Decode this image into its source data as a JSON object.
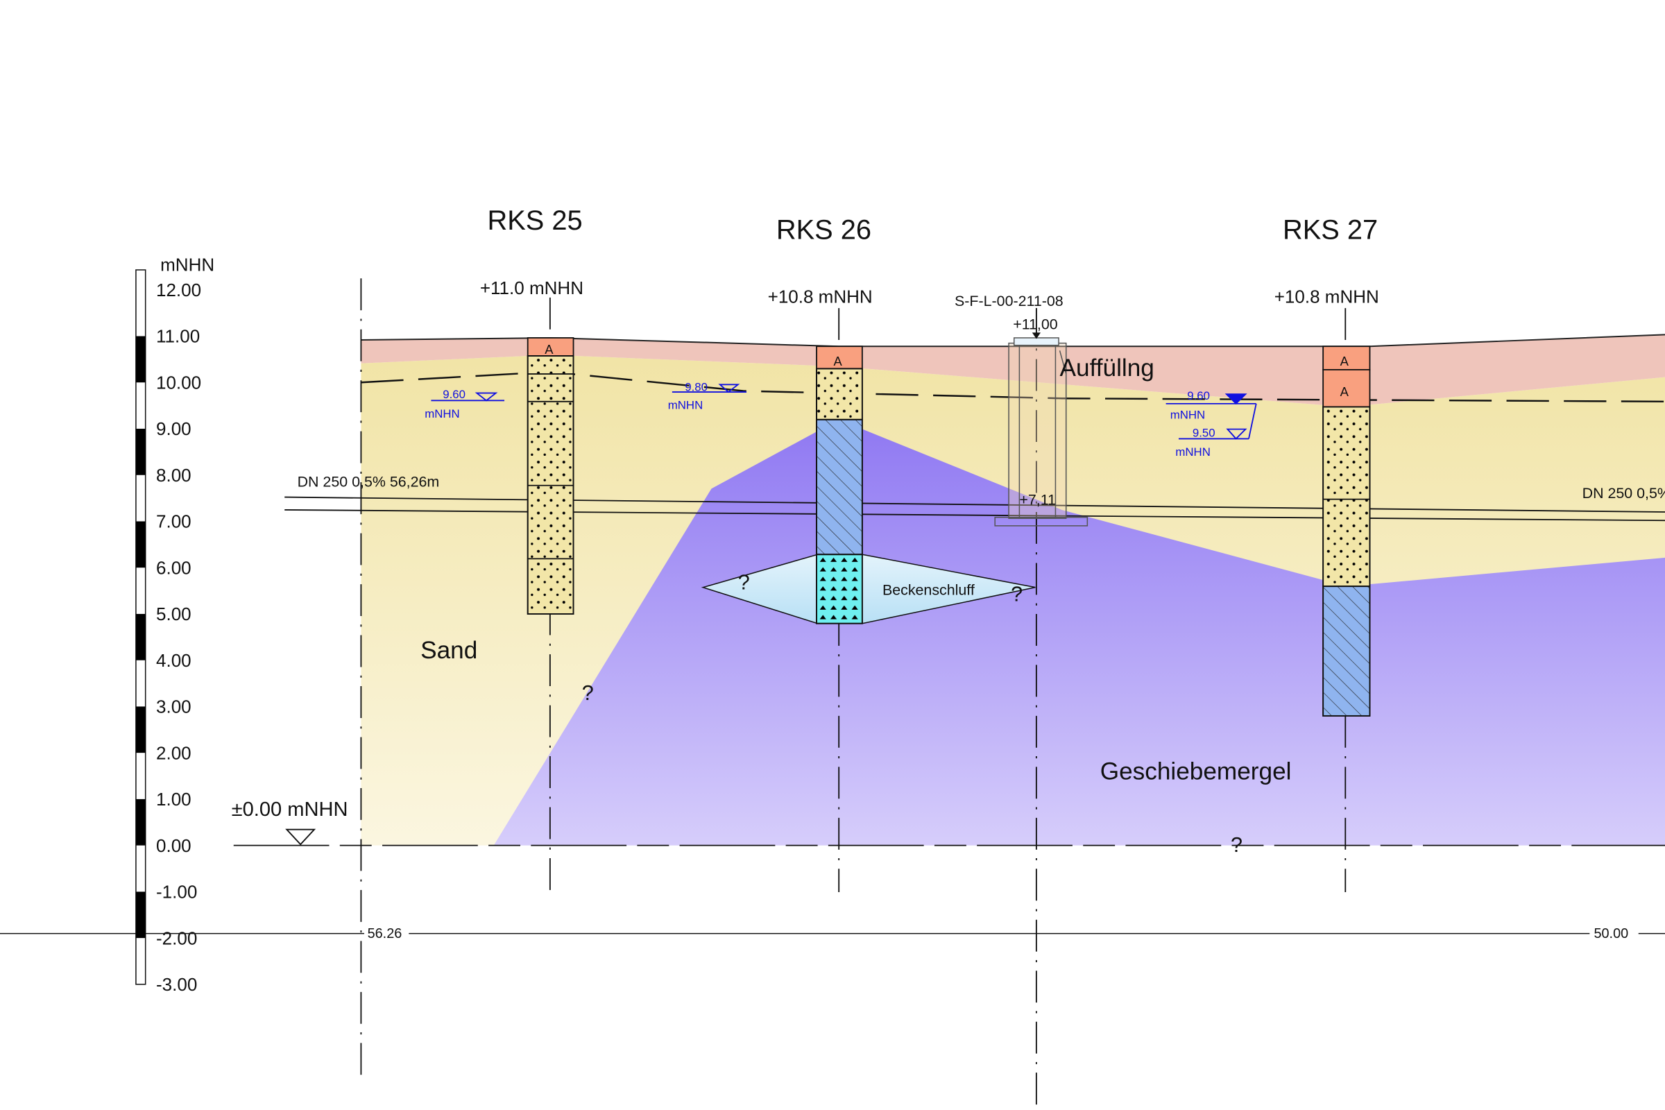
{
  "scale": {
    "unit": "mNHN",
    "ticks": [
      "12.00",
      "11.00",
      "10.00",
      "9.00",
      "8.00",
      "7.00",
      "6.00",
      "5.00",
      "4.00",
      "3.00",
      "2.00",
      "1.00",
      "0.00",
      "-1.00",
      "-2.00",
      "-3.00"
    ]
  },
  "boreholes": [
    {
      "name": "RKS 25",
      "elevation": "+11.0 mNHN"
    },
    {
      "name": "RKS 26",
      "elevation": "+10.8 mNHN"
    },
    {
      "name": "RKS 27",
      "elevation": "+10.8 mNHN"
    }
  ],
  "layer_tags": {
    "fill": "A"
  },
  "manhole": {
    "id": "S-F-L-00-211-08",
    "top": "+11,00",
    "invert": "+7,11"
  },
  "groundwater": [
    {
      "value": "9.60",
      "unit": "mNHN"
    },
    {
      "value": "9.80",
      "unit": "mNHN"
    },
    {
      "value": "9.60",
      "unit": "mNHN"
    },
    {
      "value": "9.50",
      "unit": "mNHN"
    }
  ],
  "pipes": {
    "left": "DN 250 0,5% 56,26m",
    "right": "DN 250 0,5%"
  },
  "soils": {
    "fill": "Auffüllng",
    "sand": "Sand",
    "till": "Geschiebemergel",
    "silt": "Beckenschluff"
  },
  "unknown_marker": "?",
  "datum": "±0.00 mNHN",
  "dimensions": {
    "left": "56.26",
    "right": "50.00"
  },
  "colors": {
    "fill": "#efc5bb",
    "sand": "#f2e6a8",
    "till": "#9d88f5",
    "silt": "#c9e8f7",
    "a_layer": "#f9a07f",
    "gw": "#1010e0"
  }
}
